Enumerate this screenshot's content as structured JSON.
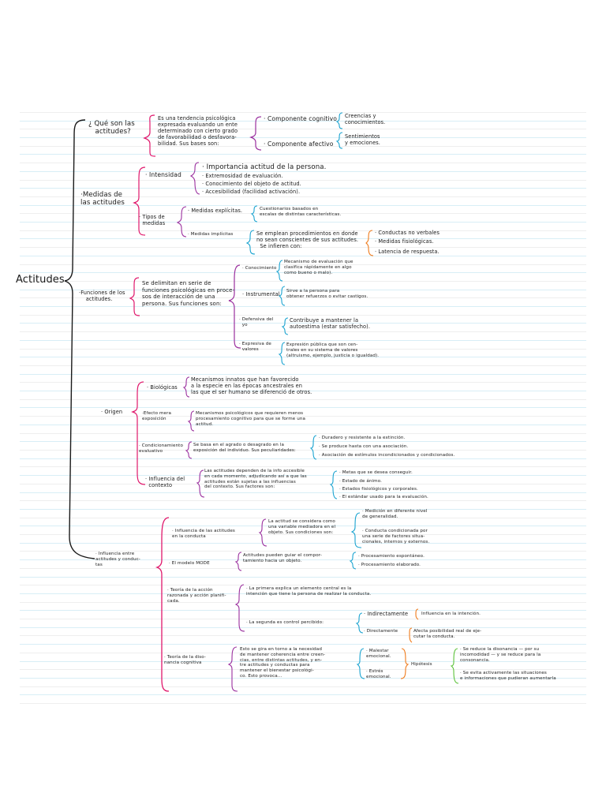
{
  "colors": {
    "paper": "#ffffff",
    "rule_blue": "#d8eef6",
    "rule_gray": "#eeeeee",
    "ink": "#1a1a1a",
    "magenta": "#e0186c",
    "purple": "#9a2f9e",
    "cyan": "#1aa3d0",
    "orange": "#ef7a1a",
    "green": "#5cc23a"
  },
  "title": "Actitudes",
  "sections": {
    "que_son": {
      "label": "¿ Qué son las\n   actitudes?",
      "definition": "Es una tendencia psicológica\nexpresada evaluando un ente\ndeterminado con cierto grado\nde favorabilidad o desfavora-\nbilidad. Sus bases son:",
      "components": [
        {
          "label": "· Componente cognitivo",
          "detail": "Creencias y\nconocimientos."
        },
        {
          "label": "· Componente afectivo",
          "detail": "Sentimientos\ny emociones."
        }
      ]
    },
    "medidas": {
      "label": "·Medidas de\nlas actitudes",
      "intensidad": {
        "label": "· Intensidad",
        "items": [
          "· Importancia actitud de la persona.",
          "· Extremosidad de evaluación.",
          "· Conocimiento del objeto de actitud.",
          "· Accesibilidad (facilidad activación)."
        ]
      },
      "tipos": {
        "label": "· Tipos de\n  medidas",
        "explicitas": {
          "label": "· Medidas explícitas.",
          "detail": "Cuestionarios basados en\nescalas de distintas características."
        },
        "implicitas": {
          "label": "· Medidas implícitas",
          "detail": "Se emplean procedimientos en donde\nno sean conscientes de sus actitudes.\n  Se infieren con:",
          "items": [
            "· Conductas no verbales",
            "· Medidas fisiológicas.",
            "· Latencia de respuesta."
          ]
        }
      }
    },
    "funciones": {
      "label": "·Funciones de los\n    actitudes.",
      "definition": "Se delimitan en serie de\nfunciones psicológicas en proce-\nsos de interacción de una\npersona. Sus funciones son:",
      "items": [
        {
          "label": "· Conocimiento",
          "detail": "Mecanismo de evaluación que\nclasifica rápidamente en algo\ncomo bueno o malo)."
        },
        {
          "label": "· Instrumental",
          "detail": "Sirve a la persona para\nobtener refuerzos o evitar castigos."
        },
        {
          "label": "· Defensiva del\n  yo",
          "detail": "Contribuye a mantener la\nautoestima (estar satisfecho)."
        },
        {
          "label": "· Expresiva de\n  valores",
          "detail": "Expresión pública que son cen-\ntrales en su sistema de valores\n(altruismo, ejemplo, justicia o igualdad)."
        }
      ]
    },
    "origen": {
      "label": "· Origen",
      "items": [
        {
          "label": "· Biológicas",
          "detail": "Mecanismos innatos que han favorecido\na la especie en las épocas ancestrales en\nlas que el ser humano se diferenció de otros."
        },
        {
          "label": "·Efecto mera\nexposición",
          "detail": "Mecanismos psicológicos que requieren menos\nprocesamiento cognitivo para que se forme una\nactitud."
        },
        {
          "label": "· Condicionamiento\nevaluativo",
          "detail": "Se basa en el agrado o desagrado en la\nexposición del individuo. Sus peculiaridades:",
          "items": [
            "· Duradero y resistente a la extinción.",
            "· Se produce hasta con una asociación.",
            "· Asociación de estímulos incondicionados y condicionados."
          ]
        },
        {
          "label": "· Influencia del\n  contexto",
          "detail": "Las actitudes dependen de la info accesible\nen cada momento, adjudicando así a que las\nactitudes están sujetas a las influencias\ndel contexto. Sus factores son:",
          "items": [
            "· Metas que se desea conseguir.",
            "· Estado de ánimo.",
            "· Estados fisiológicos y corporales.",
            "· El estándar usado para la evaluación."
          ]
        }
      ]
    },
    "influencia": {
      "label": "· Influencia entre\nactitudes y conduc-\ntas",
      "items": [
        {
          "label": "· Influencia de las actitudes\nen la conducta",
          "detail": "La actitud se considera como\nuna variable mediadora en el\nobjeto. Sus condiciones son:",
          "items": [
            "· Medición en diferente nivel\nde generalidad.",
            "· Conducta condicionada por\nuna serie de factores situa-\ncionales, internos y externos."
          ]
        },
        {
          "label": "· El modelo MODE",
          "detail": "Actitudes pueden guiar el compor-\ntamiento hacia un objeto.",
          "items": [
            "· Procesamiento espontáneo.",
            "· Procesamiento elaborado."
          ]
        },
        {
          "label": "· Teoría de la acción\nrazonada y acción planifi-\ncada.",
          "first": "· La primera explica un elemento central es la\nintención que tiene la persona de realizar la conducta.",
          "second": "· La segunda es control percibido:",
          "items": [
            {
              "label": "· Indirectamente",
              "detail": "Influencia en la intención."
            },
            {
              "label": "· Directamente",
              "detail": "Afecta posibilidad real de eje-\ncutar la conducta."
            }
          ]
        },
        {
          "label": "· Teoría de la diso-\nnancia cognitiva",
          "detail": "Esto se gira en torno a la necesidad\nde mantener coherencia entre creen-\ncias, entre distintas actitudes, y en-\ntre actitudes y conductas para\nmantener el bienestar psicológi-\nco. Esto provoca...",
          "states": [
            "· Malestar\nemocional.",
            "· Estrés\nemocional."
          ],
          "hypothesis_label": "Hipótesis",
          "hypothesis": [
            "· Se reduce la disonancia — por su\nincomodidad — y se reduce para la\nconsonancia.",
            "· Se evita activamente las situaciones\ne informaciones que pudieran aumentarla"
          ]
        }
      ]
    }
  }
}
